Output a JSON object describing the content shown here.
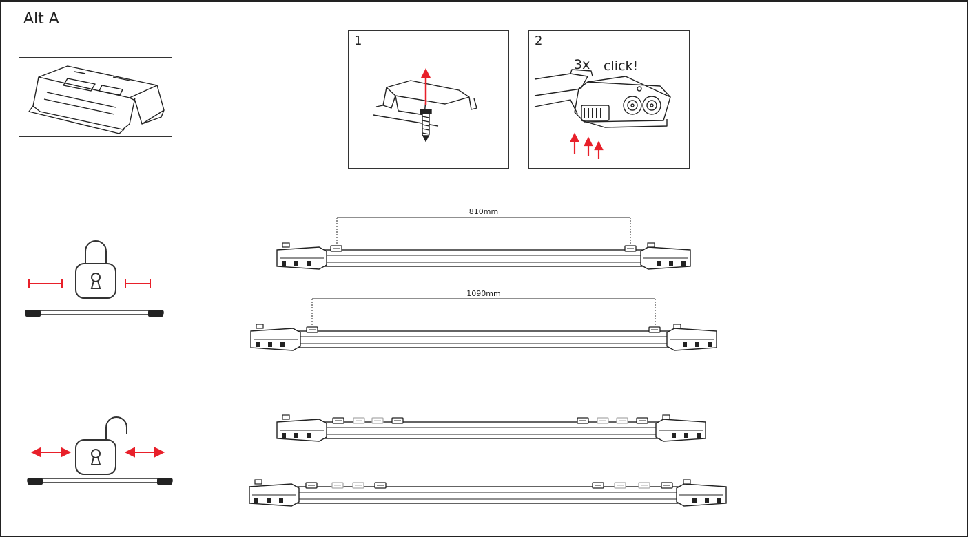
{
  "title": "Alt A",
  "steps": [
    {
      "number": "1"
    },
    {
      "number": "2",
      "count_label": "3x",
      "click_label": "click!"
    }
  ],
  "fixtures": [
    {
      "dimension": "810mm"
    },
    {
      "dimension": "1090mm"
    }
  ],
  "colors": {
    "accent": "#e8202a",
    "line": "#222222"
  },
  "icons": [
    "lock-closed-icon",
    "lock-open-icon",
    "arrow-up-icon",
    "screw-icon",
    "mounting-clip-icon"
  ]
}
